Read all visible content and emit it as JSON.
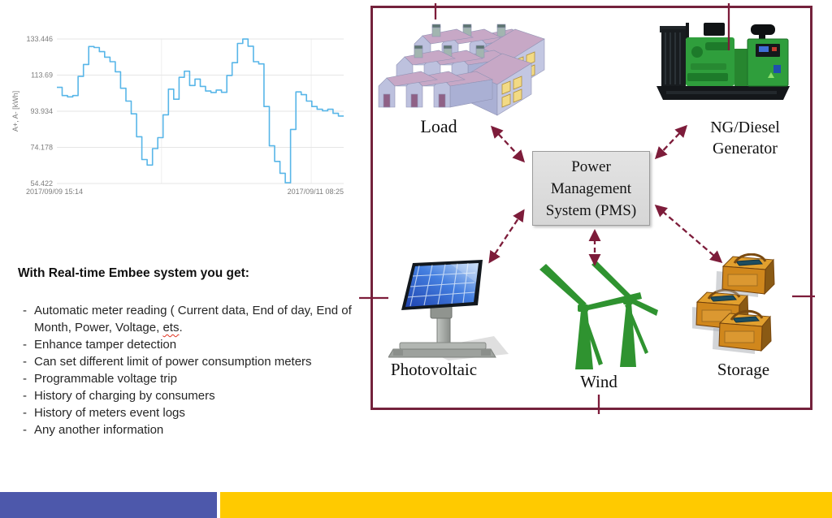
{
  "chart_data": {
    "type": "line",
    "subtype": "step",
    "title": "",
    "xlabel": "",
    "ylabel": "A+, A- [kWh]",
    "ylim": [
      54.422,
      133.446
    ],
    "yticks": [
      133.446,
      113.69,
      93.934,
      74.178,
      54.422
    ],
    "ytick_labels": [
      "133.446",
      "113.69",
      "93.934",
      "74.178",
      "54.422"
    ],
    "x_start_label": "2017/09/09 15:14",
    "x_end_label": "2017/09/11 08:25",
    "legend": "none",
    "grid": "horizontal",
    "line_color": "#58b6e8",
    "values": [
      107,
      102.5,
      101.8,
      102.5,
      113,
      119.5,
      129.3,
      128.8,
      126.5,
      123.5,
      121,
      115.5,
      106.5,
      99.5,
      92.5,
      80,
      67.5,
      64.5,
      73.5,
      79.5,
      92,
      106,
      100.5,
      112.5,
      115.8,
      108,
      111.5,
      107.5,
      105,
      104.2,
      105.5,
      104.3,
      113.5,
      120.5,
      131,
      133.4,
      129.5,
      121,
      119.8,
      96.5,
      75,
      66.5,
      60,
      54.8,
      84,
      104.5,
      103,
      99.5,
      96.5,
      95,
      94.2,
      95,
      92.8,
      91.3
    ]
  },
  "features": {
    "heading": "With Real-time Embee system you get:",
    "items": [
      {
        "pre": "Automatic meter reading ( Current data, End of day, End of Month, Power, Voltage, ",
        "misspelled": "ets",
        "post": "."
      },
      {
        "pre": "Enhance tamper detection",
        "misspelled": "",
        "post": ""
      },
      {
        "pre": "Can set different limit of power consumption meters",
        "misspelled": "",
        "post": ""
      },
      {
        "pre": "Programmable voltage trip",
        "misspelled": "",
        "post": ""
      },
      {
        "pre": "History of charging by consumers",
        "misspelled": "",
        "post": ""
      },
      {
        "pre": "History of meters event logs",
        "misspelled": "",
        "post": ""
      },
      {
        "pre": "Any another information",
        "misspelled": "",
        "post": ""
      }
    ],
    "bullet": "-"
  },
  "diagram": {
    "nodes": {
      "pms": {
        "lines": [
          "Power",
          "Management",
          "System (PMS)"
        ]
      },
      "load": {
        "label": "Load"
      },
      "generator": {
        "label_line1": "NG/Diesel",
        "label_line2": "Generator"
      },
      "photovoltaic": {
        "label": "Photovoltaic"
      },
      "wind": {
        "label": "Wind"
      },
      "storage": {
        "label": "Storage"
      }
    },
    "colors": {
      "border": "#74223c",
      "arrow": "#7d1c3a",
      "pms_fill": "#dcdcdc"
    }
  },
  "footer": {
    "blue": "#4d58ab",
    "yellow": "#ffca00"
  }
}
